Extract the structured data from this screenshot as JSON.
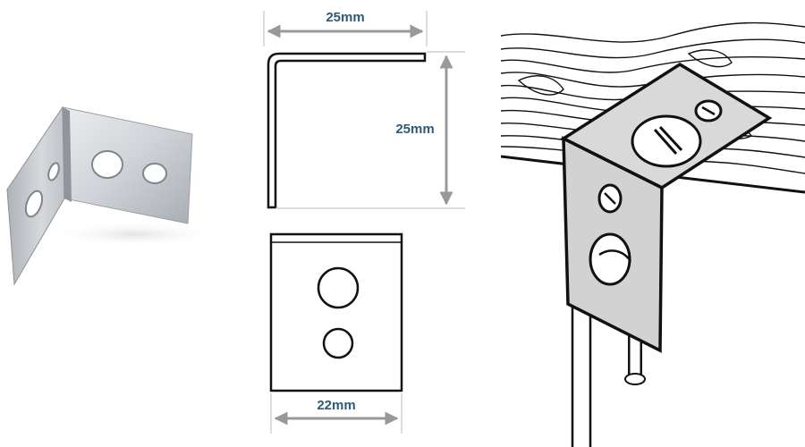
{
  "dimensions": {
    "top_width": "25mm",
    "side_height": "25mm",
    "bottom_width": "22mm"
  },
  "colors": {
    "dimension_arrow": "#999999",
    "dimension_text": "#2f5a78",
    "metal_light": "#e1e3e6",
    "metal_mid": "#b9bdc2",
    "metal_dark": "#8c9197",
    "bracket_fill": "#d9d9d9",
    "ink": "#111111"
  },
  "icons": {
    "photo": "metal-bracket-photo",
    "drawing": "bracket-technical-drawing",
    "illustration": "bracket-mounted-on-wood-illustration"
  }
}
